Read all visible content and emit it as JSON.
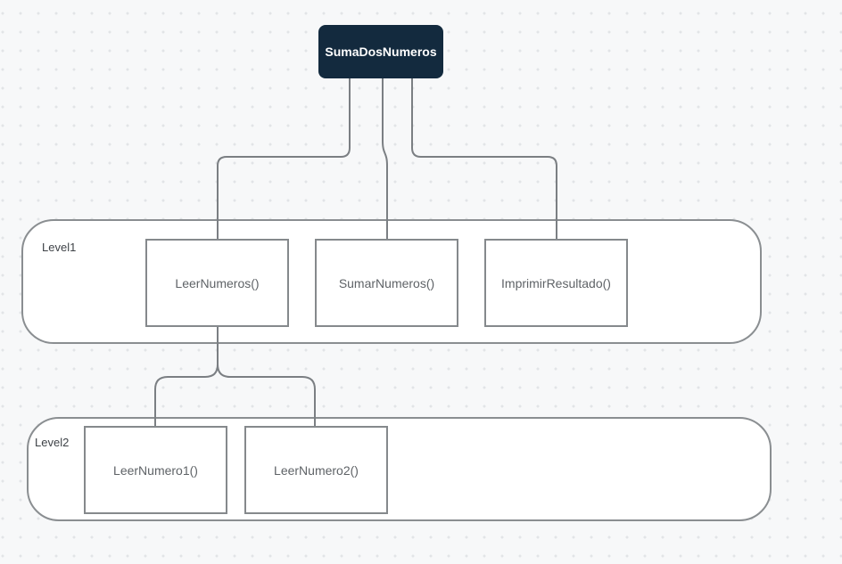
{
  "root_node": {
    "label": "SumaDosNumeros"
  },
  "containers": [
    {
      "label": "Level1",
      "boxes": [
        {
          "label": "LeerNumeros()"
        },
        {
          "label": "SumarNumeros()"
        },
        {
          "label": "ImprimirResultado()"
        }
      ]
    },
    {
      "label": "Level2",
      "boxes": [
        {
          "label": "LeerNumero1()"
        },
        {
          "label": "LeerNumero2()"
        }
      ]
    }
  ],
  "colors": {
    "canvas_background": "#f7f8f9",
    "canvas_dot": "#e2e4e7",
    "root_node_fill": "#132a3e",
    "root_node_text": "#ffffff",
    "shape_fill": "#ffffff",
    "shape_border": "#85898c",
    "connector": "#7b7f83",
    "box_text": "#5f6367",
    "group_label_text": "#3e4247"
  }
}
